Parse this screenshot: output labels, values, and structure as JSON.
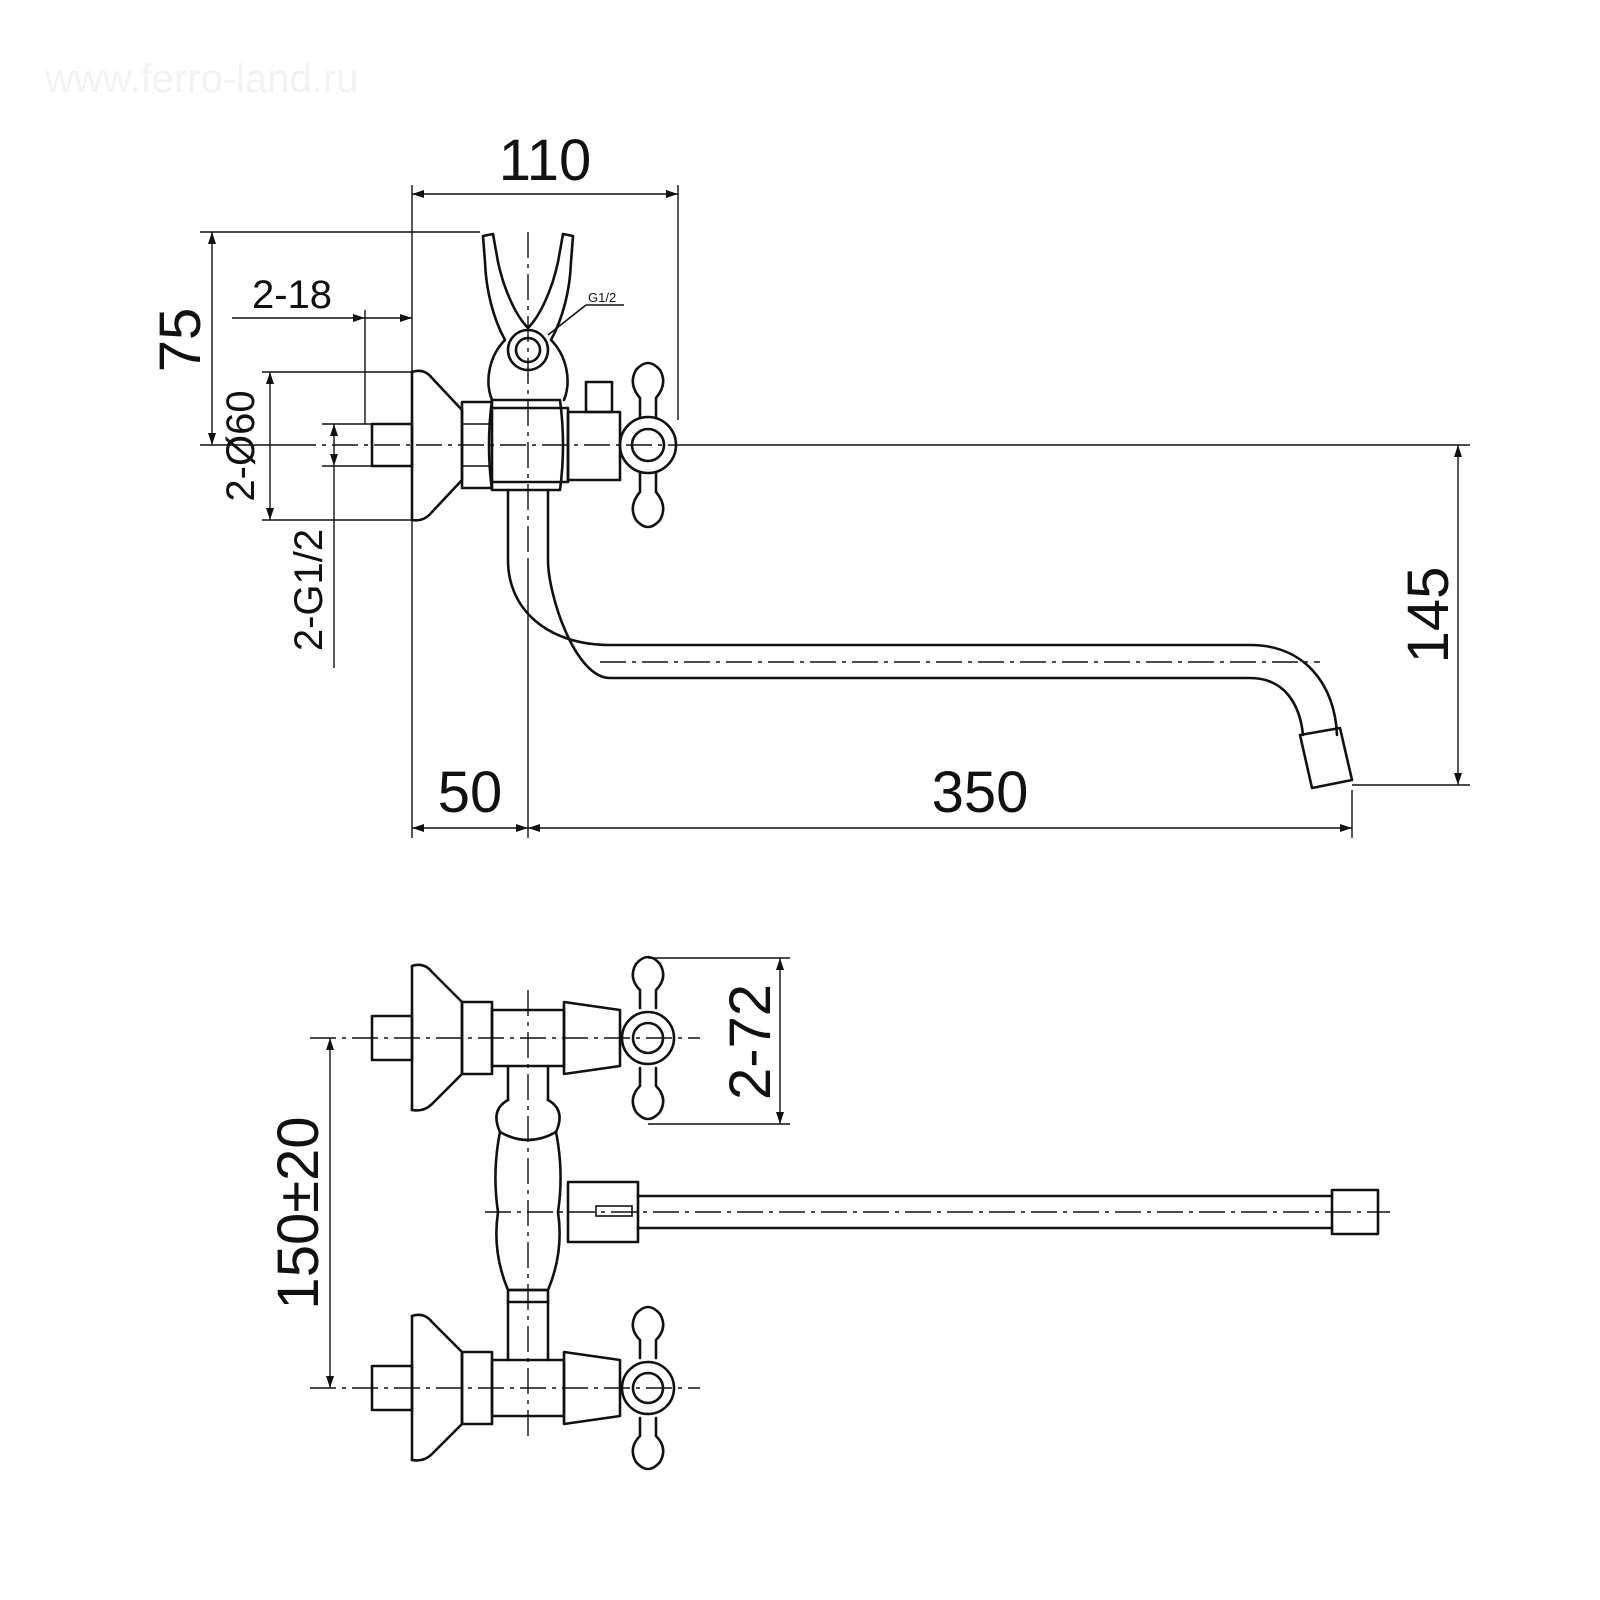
{
  "watermark": "www.ferro-land.ru",
  "top_view": {
    "dim_overall_width": "110",
    "dim_nut_width": "2-18",
    "dim_height": "75",
    "dim_flange_dia": "2-Ø60",
    "dim_thread": "2-G1/2",
    "dim_holder_thread": "G1/2",
    "dim_offset": "50",
    "dim_spout_length": "350",
    "dim_spout_height": "145"
  },
  "bottom_view": {
    "dim_handle": "2-72",
    "dim_center_distance": "150±20"
  }
}
